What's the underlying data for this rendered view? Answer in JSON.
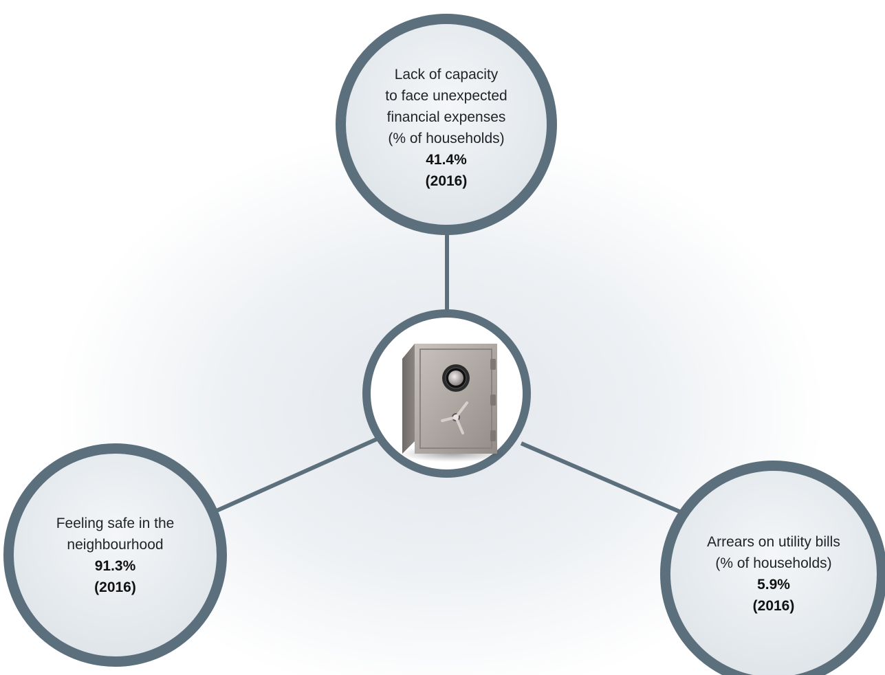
{
  "nodes": {
    "top": {
      "label": "Lack of capacity\nto face unexpected\nfinancial expenses\n(% of households)",
      "value": "41.4%",
      "year": "(2016)"
    },
    "left": {
      "label": "Feeling safe in the\nneighbourhood",
      "value": "91.3%",
      "year": "(2016)"
    },
    "right": {
      "label": "Arrears on utility bills\n(% of households)",
      "value": "5.9%",
      "year": "(2016)"
    }
  },
  "center": {
    "icon": "safe-icon"
  },
  "colors": {
    "ring": "#5c6f7c",
    "connector": "#5c6f7c",
    "bubble_fill": "#e4e9ed",
    "text": "#1f2326"
  }
}
